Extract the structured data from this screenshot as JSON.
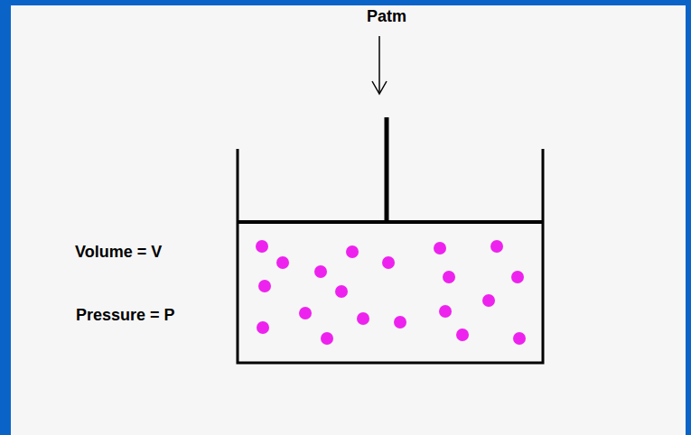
{
  "diagram": {
    "labels": [
      "Patm",
      "Volume = V",
      "Pressure = P"
    ]
  }
}
